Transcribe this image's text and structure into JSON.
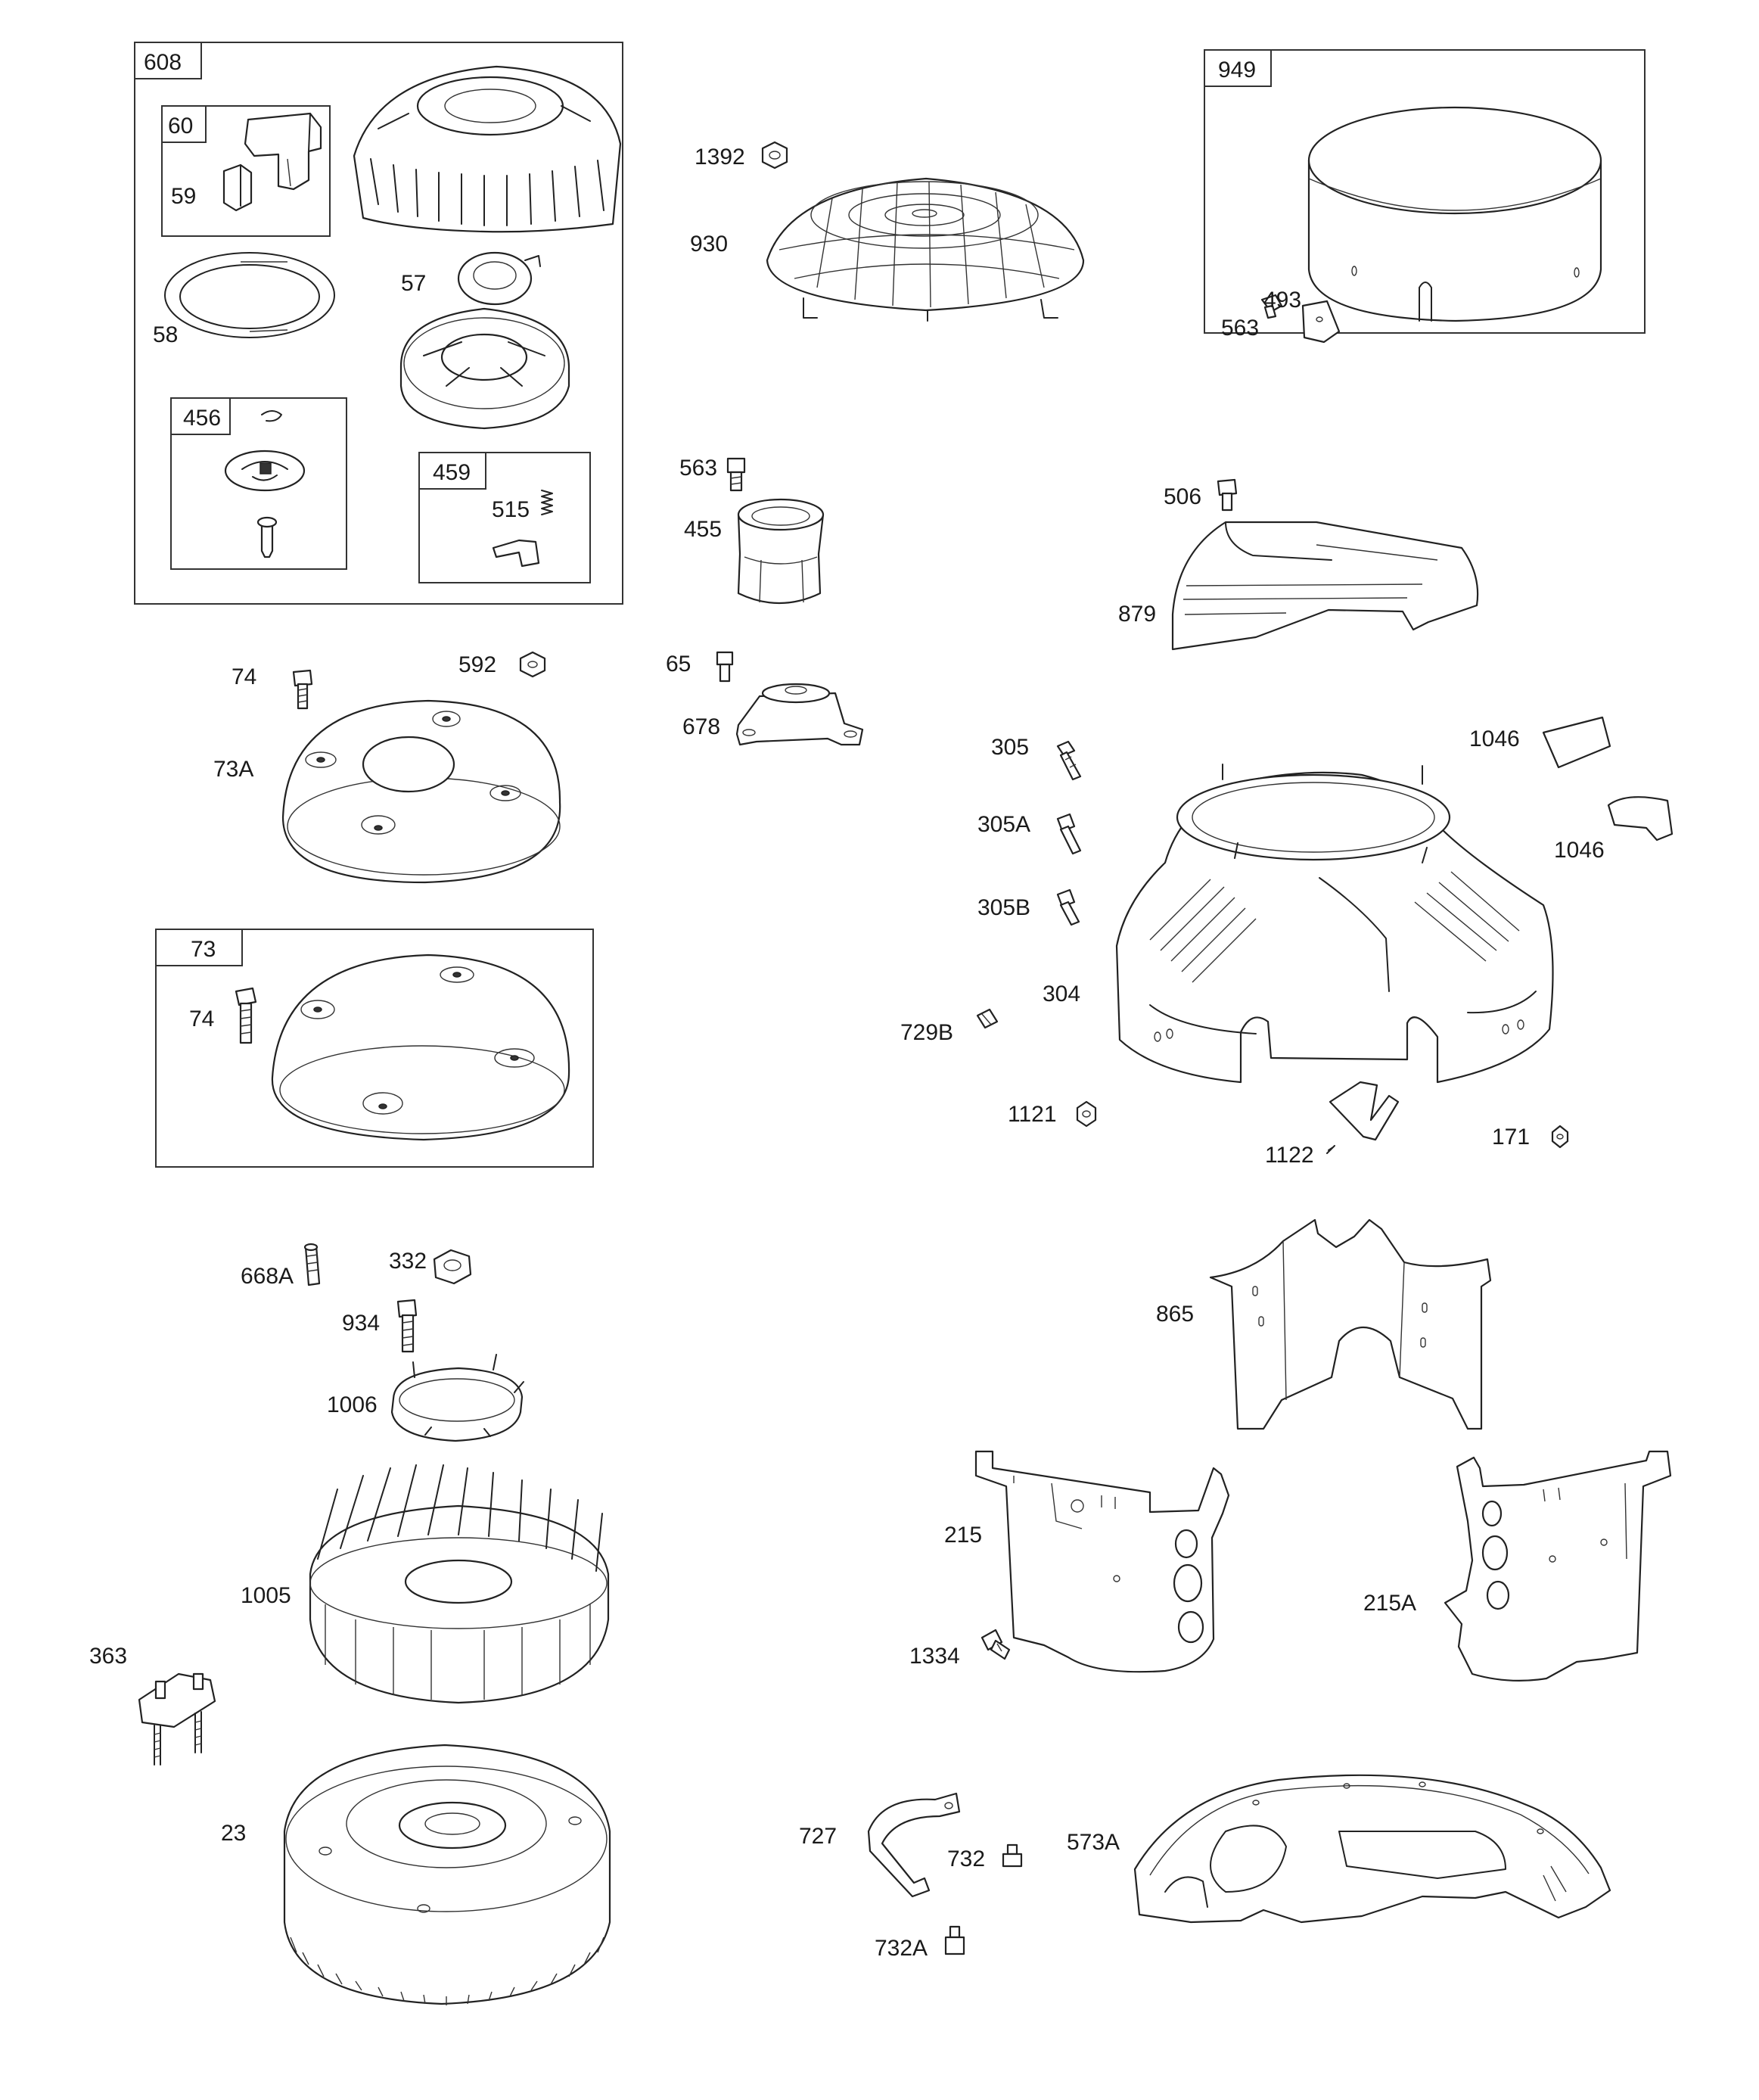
{
  "kits": [
    {
      "id": "608"
    },
    {
      "id": "60"
    },
    {
      "id": "456"
    },
    {
      "id": "459"
    },
    {
      "id": "73"
    },
    {
      "id": "949"
    }
  ],
  "parts": {
    "p59": "59",
    "p58": "58",
    "p57": "57",
    "p515": "515",
    "p74a": "74",
    "p592": "592",
    "p73A": "73A",
    "p74b": "74",
    "p668A": "668A",
    "p332": "332",
    "p934": "934",
    "p1006": "1006",
    "p1005": "1005",
    "p363": "363",
    "p23": "23",
    "p1392": "1392",
    "p930": "930",
    "p563a": "563",
    "p455": "455",
    "p65": "65",
    "p678": "678",
    "p493": "493",
    "p563b": "563",
    "p506": "506",
    "p879": "879",
    "p305": "305",
    "p305A": "305A",
    "p305B": "305B",
    "p304": "304",
    "p729B": "729B",
    "p1121": "1121",
    "p1122": "1122",
    "p171": "171",
    "p1046a": "1046",
    "p1046b": "1046",
    "p865": "865",
    "p215": "215",
    "p215A": "215A",
    "p1334": "1334",
    "p727": "727",
    "p732": "732",
    "p732A": "732A",
    "p573A": "573A"
  }
}
